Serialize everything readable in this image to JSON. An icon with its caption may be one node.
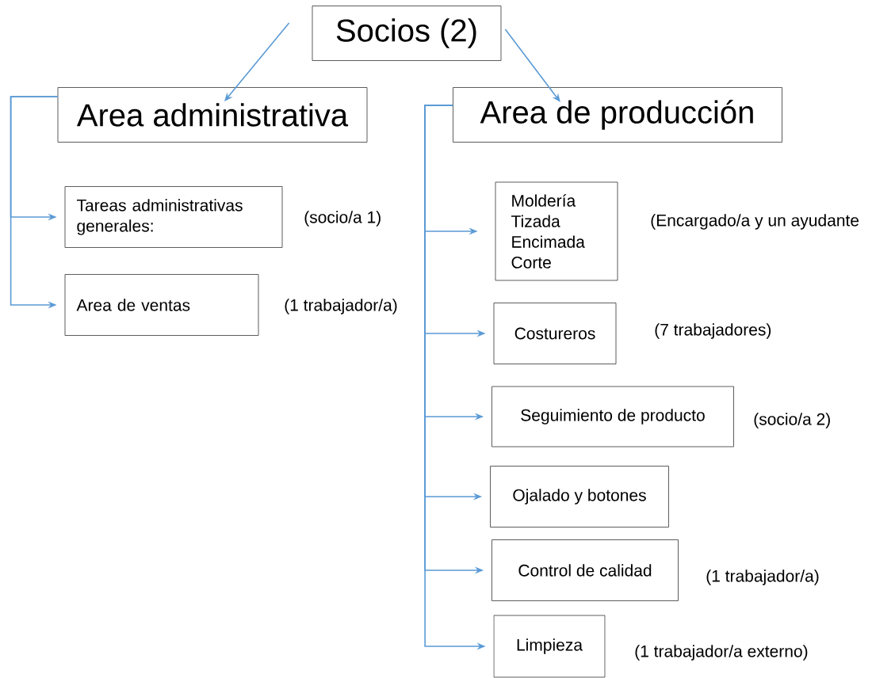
{
  "diagram": {
    "nodes": [
      {
        "text": [
          "Socios (2)"
        ]
      },
      {
        "text": [
          "Area administrativa"
        ]
      },
      {
        "text": [
          "Area de producción"
        ]
      },
      {
        "text": [
          "Tareas administrativas generales:"
        ],
        "beside": [
          "(socio/a 1)"
        ]
      },
      {
        "text": [
          "Area de ventas"
        ],
        "beside": [
          "(1 trabajador/a)"
        ]
      },
      {
        "text": [
          "Moldería Tizada Encimada Corte"
        ],
        "beside": [
          "(Encargado/a y un ayudante"
        ]
      },
      {
        "text": [
          "Costureros"
        ],
        "beside": [
          "(7 trabajadores)"
        ]
      },
      {
        "text": [
          "Seguimiento de producto"
        ],
        "beside": [
          "(socio/a 2)"
        ]
      },
      {
        "text": [
          "Ojalado y botones"
        ]
      },
      {
        "text": [
          "Control de calidad"
        ],
        "beside": [
          "(1 trabajador/a)"
        ]
      },
      {
        "text": [
          "Limpieza"
        ],
        "beside": [
          "(1 trabajador/a externo)"
        ]
      }
    ],
    "edges": [
      {
        "from": 0,
        "to": 1,
        "arrow": "to"
      },
      {
        "from": 0,
        "to": 2,
        "arrow": "to"
      },
      {
        "from": 1,
        "to": 3,
        "arrow": "to"
      },
      {
        "from": 1,
        "to": 4,
        "arrow": "to"
      },
      {
        "from": 2,
        "to": 5,
        "arrow": "to"
      },
      {
        "from": 2,
        "to": 6,
        "arrow": "to"
      },
      {
        "from": 2,
        "to": 7,
        "arrow": "to"
      },
      {
        "from": 2,
        "to": 8,
        "arrow": "to"
      },
      {
        "from": 2,
        "to": 9,
        "arrow": "to"
      },
      {
        "from": 2,
        "to": 10,
        "arrow": "to"
      }
    ]
  }
}
